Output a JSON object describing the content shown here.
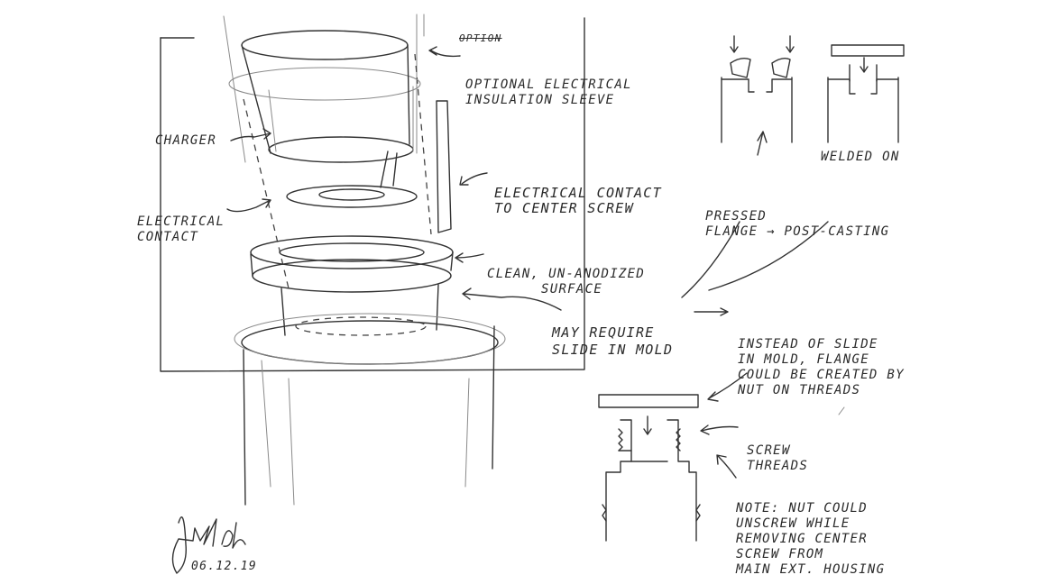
{
  "labels": {
    "strike_note": "OPTION",
    "insulation_sleeve": [
      "OPTIONAL ELECTRICAL",
      "INSULATION SLEEVE"
    ],
    "charger": "CHARGER",
    "electrical_contact": [
      "ELECTRICAL",
      "CONTACT"
    ],
    "contact_to_screw": [
      "ELECTRICAL CONTACT",
      "TO CENTER SCREW"
    ],
    "clean_surface": [
      "CLEAN, UN-ANODIZED",
      "SURFACE"
    ],
    "slide_in_mold": [
      "MAY REQUIRE",
      "SLIDE IN MOLD"
    ],
    "welded_on": "WELDED ON",
    "pressed_flange": [
      "PRESSED",
      "FLANGE → POST-CASTING"
    ],
    "instead_of_slide": [
      "INSTEAD OF SLIDE",
      "IN MOLD, FLANGE",
      "COULD BE CREATED BY",
      "NUT ON THREADS"
    ],
    "screw_threads": [
      "SCREW",
      "THREADS"
    ],
    "nut_note": [
      "NOTE: NUT COULD",
      "UNSCREW WHILE",
      "REMOVING CENTER",
      "SCREW FROM",
      "MAIN EXT. HOUSING"
    ],
    "date": "06.12.19"
  }
}
